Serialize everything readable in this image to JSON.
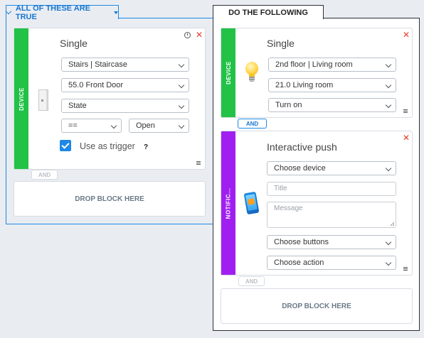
{
  "conditions": {
    "header_label": "ALL OF THESE ARE TRUE",
    "device_block": {
      "type_label": "DEVICE",
      "title": "Single",
      "room_value": "Stairs | Staircase",
      "device_value": "55.0 Front Door",
      "property_value": "State",
      "operator_value": "==",
      "state_value": "Open",
      "trigger_label": "Use as trigger",
      "help_label": "?"
    },
    "and_label": "AND",
    "drop_label": "DROP BLOCK HERE"
  },
  "actions": {
    "header_label": "DO THE FOLLOWING",
    "device_block": {
      "type_label": "DEVICE",
      "title": "Single",
      "room_value": "2nd floor | Living room",
      "device_value": "21.0 Living room",
      "action_value": "Turn on"
    },
    "and_active_label": "AND",
    "notification_block": {
      "type_label": "NOTIFIC...",
      "title": "Interactive push",
      "device_value": "Choose device",
      "title_placeholder": "Title",
      "message_placeholder": "Message",
      "buttons_value": "Choose buttons",
      "action_value": "Choose action"
    },
    "and_label": "AND",
    "drop_label": "DROP BLOCK HERE"
  },
  "colors": {
    "device_green": "#21c246",
    "notification_purple": "#a01ff0",
    "accent_blue": "#1e88e5"
  }
}
